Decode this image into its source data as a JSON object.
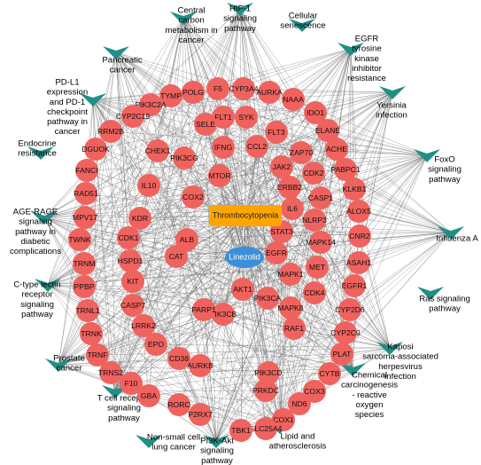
{
  "colors": {
    "gene": "#f0625e",
    "pathway": "#1f8f87",
    "disease": "#ffa500",
    "drug": "#3b8fd8",
    "edge": "#5a5a5a"
  },
  "disease": "Thrombocytopenia",
  "drug": "Linezolid",
  "pathways": [
    "HIF-1 signaling pathway",
    "Central carbon metabolism in cancer",
    "Cellular senescence",
    "EGFR tyrosine kinase inhibitor resistance",
    "Pancreatic cancer",
    "PD-L1 expression and PD-1 checkpoint pathway in cancer",
    "Yersinia infection",
    "Endocrine resistance",
    "FoxO signaling pathway",
    "AGE-RAGE signaling pathway in diabetic complications",
    "Influenza A",
    "C-type lectin receptor signaling pathway",
    "Ras signaling pathway",
    "Kaposi sarcoma-associated herpesvirus infection",
    "Prostate cancer",
    "T cell receptor signaling pathway",
    "Chemical carcinogenesis - reactive oxygen species",
    "Non-small cell lung cancer",
    "Lipid and atherosclerosis",
    "PI3K-Akt signaling pathway"
  ],
  "genes": [
    "F5",
    "CYP3A4",
    "POLG",
    "AURKA",
    "TYMP",
    "NAAA",
    "PIK3C2A",
    "IDO1",
    "CYP2C19",
    "ELANE",
    "RRM2B",
    "ACHE",
    "DGUOK",
    "PABPC1",
    "FANCI",
    "KLKB1",
    "RAD51",
    "ALOX5",
    "MPV17",
    "CNR2",
    "TWNK",
    "ASAH1",
    "TRNM",
    "EGFR1",
    "PPBP",
    "CYP2D6",
    "TRNL1",
    "CYP2C9",
    "TRNK",
    "PLAT",
    "TRNF",
    "CYTB",
    "TRNS2",
    "COX3",
    "F10",
    "ND6",
    "GBA",
    "COX1",
    "RORC",
    "SLC25A4",
    "P2RX7",
    "TBK1",
    "FLT1",
    "SYK",
    "SELE",
    "FLT3",
    "CHEK1",
    "ZAP70",
    "PIK3CG",
    "CDK2",
    "IL10",
    "CASP1",
    "KDR",
    "NLRP3",
    "CDK1",
    "MAPK14",
    "HSPD1",
    "MET",
    "KIT",
    "CDK4",
    "CASP7",
    "MAPK8",
    "LRRK2",
    "RAF1",
    "EPO",
    "PIK3CD",
    "CD38",
    "PRKDC",
    "AURKB",
    "CCL2",
    "IFNG",
    "JAK2",
    "MTOR",
    "ERBB2",
    "IL6",
    "STAT3",
    "COX2",
    "EGFR",
    "ALB",
    "MAPK1",
    "CAT",
    "PIK3CA",
    "AKT1",
    "PIK3CB",
    "PARP1"
  ]
}
